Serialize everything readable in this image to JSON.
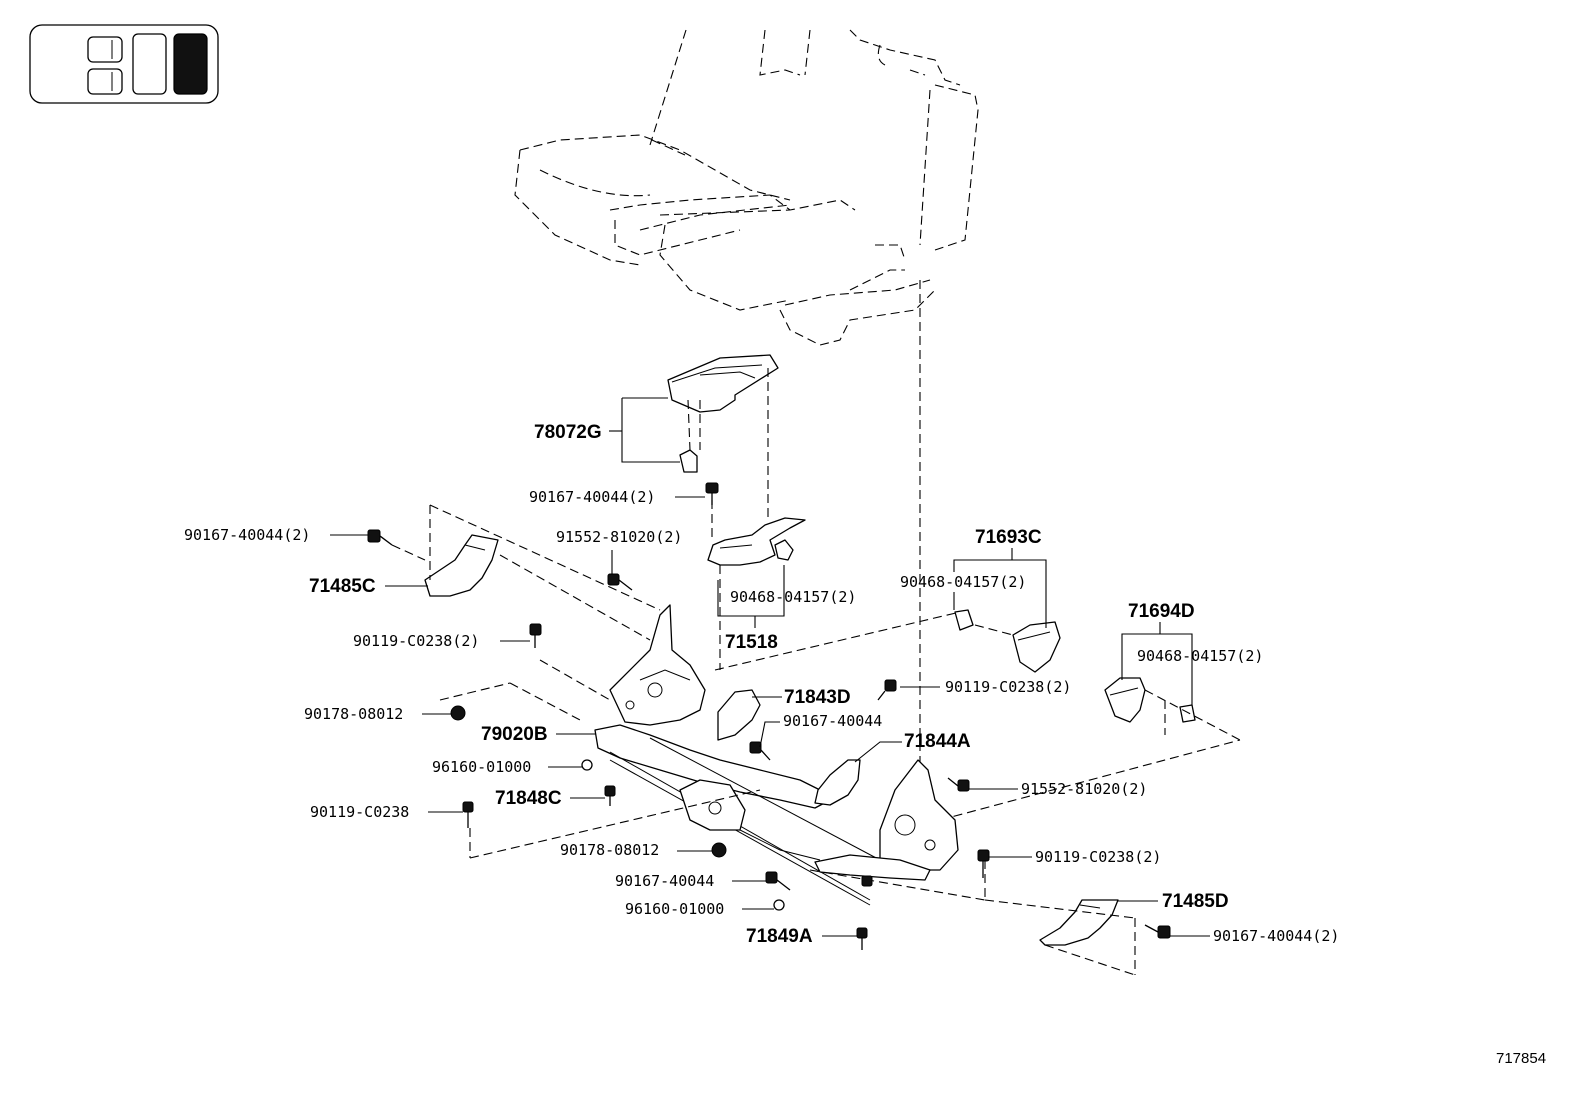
{
  "diagram_id": "717854",
  "locator": {
    "icon": "seat-position-locator-icon",
    "highlight_color": "#111111"
  },
  "labels": {
    "p78072G": "78072G",
    "p90167_40044_top": "90167-40044(2)",
    "p90167_40044_left": "90167-40044(2)",
    "p91552_81020_a": "91552-81020(2)",
    "p71485C": "71485C",
    "p90468_04157_mid": "90468-04157(2)",
    "p71518": "71518",
    "p71693C": "71693C",
    "p90468_04157_right": "90468-04157(2)",
    "p71694D": "71694D",
    "p90468_04157_far": "90468-04157(2)",
    "p90119_C0238_left": "90119-C0238(2)",
    "p90119_C0238_mid": "90119-C0238(2)",
    "p90178_08012_left": "90178-08012",
    "p71843D": "71843D",
    "p90167_40044_mid": "90167-40044",
    "p79020B": "79020B",
    "p71844A": "71844A",
    "p96160_01000_a": "96160-01000",
    "p91552_81020_b": "91552-81020(2)",
    "p71848C": "71848C",
    "p90119_C0238_single": "90119-C0238",
    "p90178_08012_bottom": "90178-08012",
    "p90119_C0238_right": "90119-C0238(2)",
    "p90167_40044_bottom": "90167-40044",
    "p96160_01000_b": "96160-01000",
    "p71485D": "71485D",
    "p71849A": "71849A",
    "p90167_40044_right": "90167-40044(2)"
  }
}
